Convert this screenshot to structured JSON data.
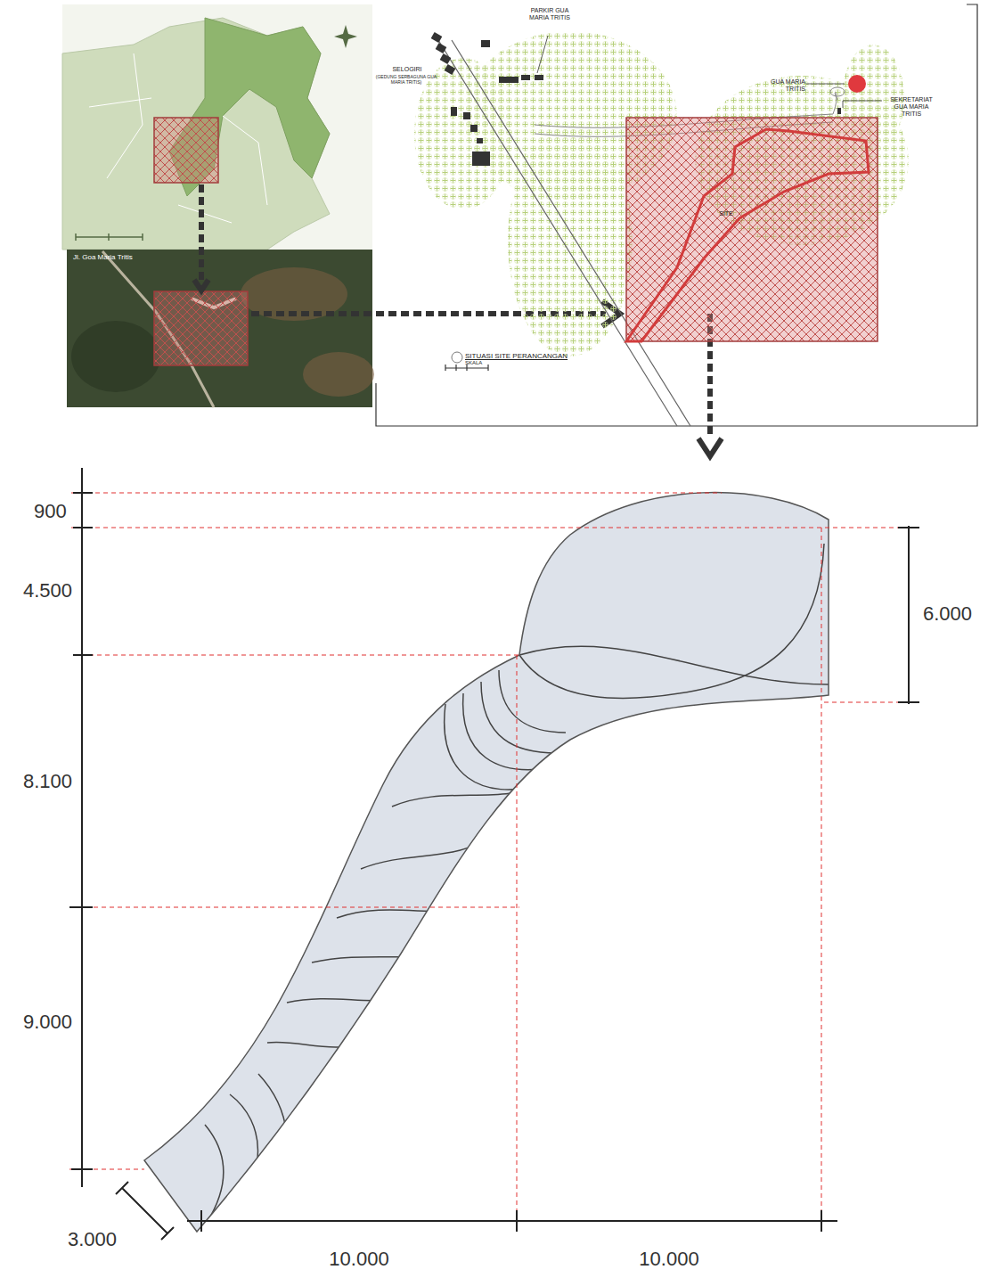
{
  "diagram": {
    "labels": [
      "Jl. Goa Maria Tritis",
      "PARKIR GUA MARIA TRITIS",
      "SELOGIRI",
      "(GEDUNG SERBAGUNA GUA MARIA TRITIS)",
      "GUA MARIA TRITIS",
      "SEKRETARIAT GUA MARIA TRITIS",
      "SITE",
      "SITUASI SITE PERANCANGAN",
      "SKALA",
      "900",
      "4.500",
      "8.100",
      "9.000",
      "6.000",
      "3.000",
      "10.000",
      "10.000"
    ]
  }
}
